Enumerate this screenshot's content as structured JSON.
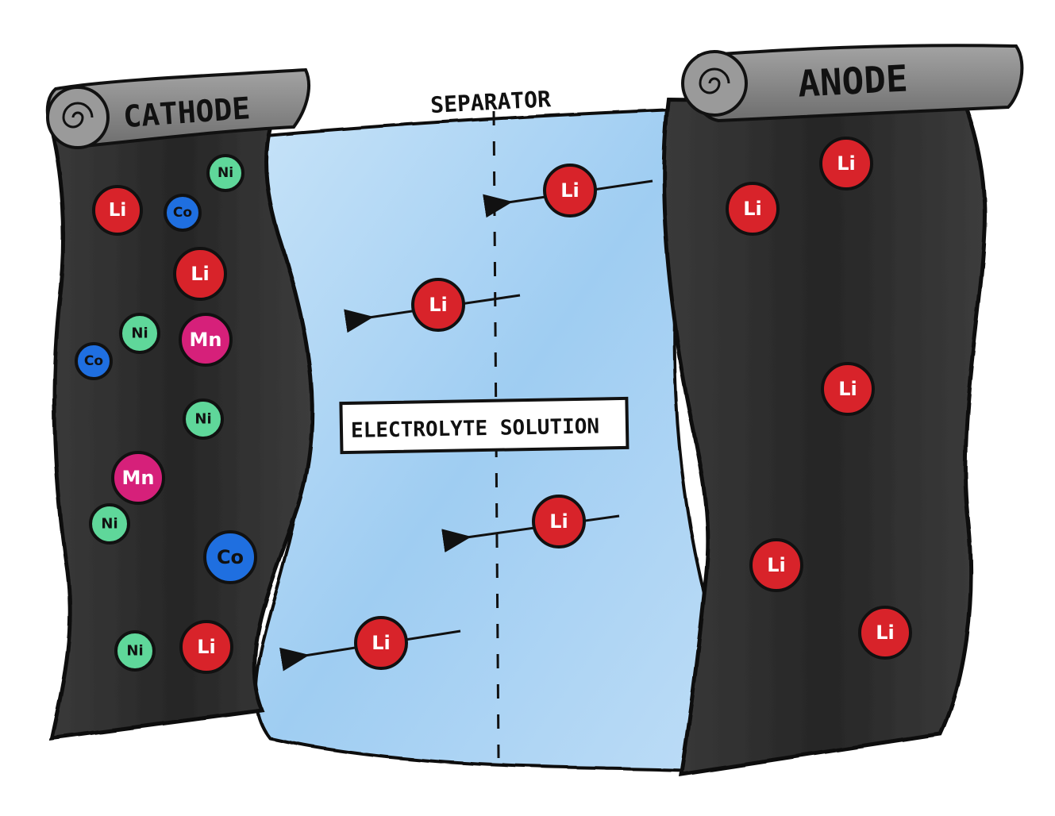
{
  "labels": {
    "cathode": "CATHODE",
    "anode": "ANODE",
    "separator": "SEPARATOR",
    "electrolyte": "ELECTROLYTE SOLUTION"
  },
  "colors": {
    "li": "#d8232a",
    "ni": "#5fd79a",
    "co": "#1f6fe0",
    "mn": "#d6207a",
    "electrolyte": "#a9d3f4",
    "electrode": "#2f2f2f",
    "scroll": "#8e8e8e"
  },
  "cathode_ions": [
    {
      "label": "Ni"
    },
    {
      "label": "Li"
    },
    {
      "label": "Co"
    },
    {
      "label": "Li"
    },
    {
      "label": "Ni"
    },
    {
      "label": "Mn"
    },
    {
      "label": "Co"
    },
    {
      "label": "Ni"
    },
    {
      "label": "Mn"
    },
    {
      "label": "Ni"
    },
    {
      "label": "Co"
    },
    {
      "label": "Ni"
    },
    {
      "label": "Li"
    }
  ],
  "anode_ions": [
    {
      "label": "Li"
    },
    {
      "label": "Li"
    },
    {
      "label": "Li"
    },
    {
      "label": "Li"
    },
    {
      "label": "Li"
    }
  ],
  "moving_ions": [
    {
      "label": "Li"
    },
    {
      "label": "Li"
    },
    {
      "label": "Li"
    },
    {
      "label": "Li"
    }
  ]
}
